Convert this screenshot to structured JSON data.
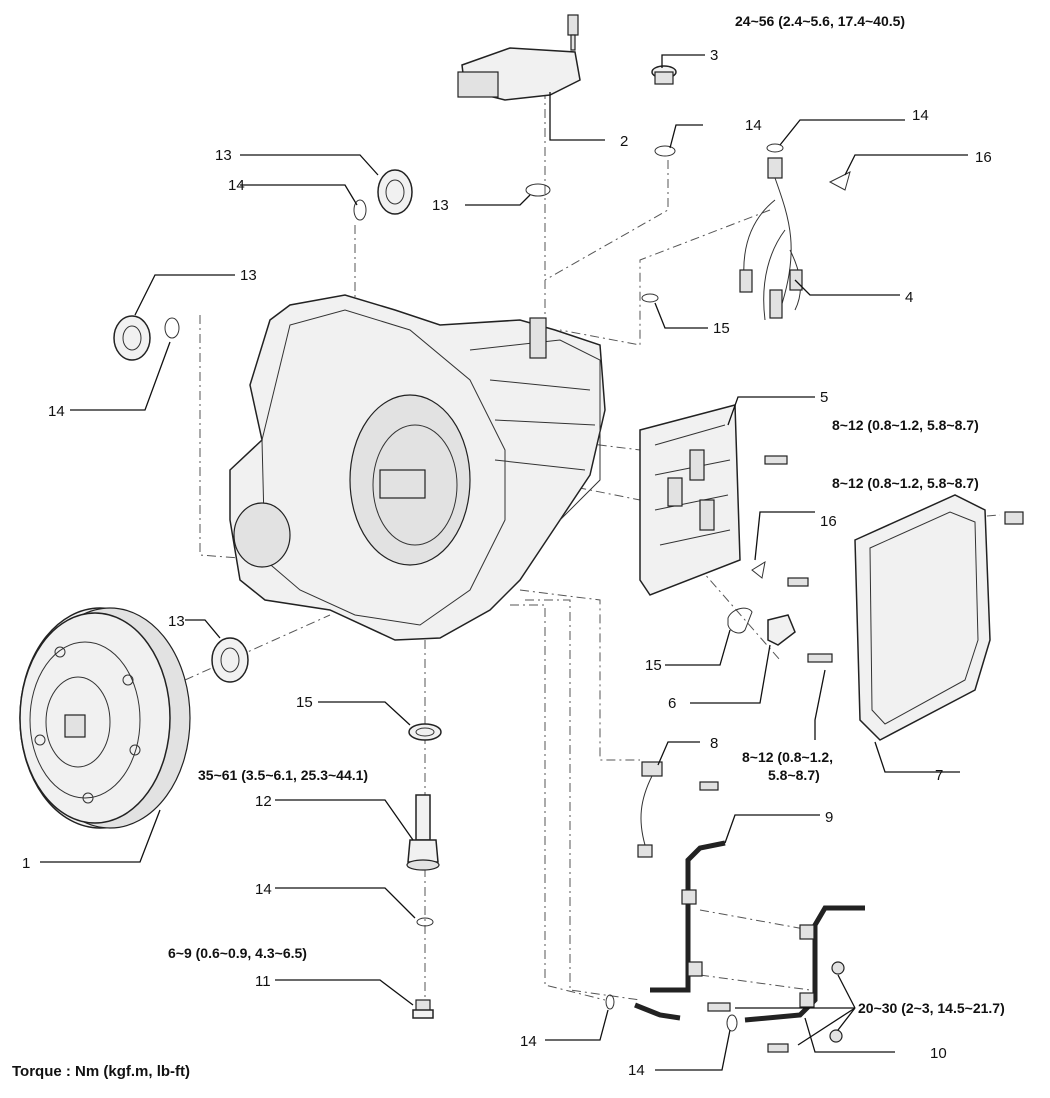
{
  "callouts": {
    "c1": "1",
    "c2": "2",
    "c3": "3",
    "c4": "4",
    "c5": "5",
    "c6": "6",
    "c7": "7",
    "c8": "8",
    "c9": "9",
    "c10": "10",
    "c11": "11",
    "c12": "12",
    "c13a": "13",
    "c13b": "13",
    "c13c": "13",
    "c13d": "13",
    "c14a": "14",
    "c14b": "14",
    "c14c": "14",
    "c14d": "14",
    "c14e": "14",
    "c14f": "14",
    "c14g": "14",
    "c15a": "15",
    "c15b": "15",
    "c15c": "15",
    "c16a": "16",
    "c16b": "16"
  },
  "torque": {
    "t3": "24~56 (2.4~5.6, 17.4~40.5)",
    "t5": "8~12 (0.8~1.2, 5.8~8.7)",
    "t7": "8~12 (0.8~1.2, 5.8~8.7)",
    "t6_line1": "8~12 (0.8~1.2,",
    "t6_line2": "5.8~8.7)",
    "t12": "35~61 (3.5~6.1, 25.3~44.1)",
    "t11": "6~9 (0.6~0.9, 4.3~6.5)",
    "t10": "20~30 (2~3, 14.5~21.7)"
  },
  "legend": "Torque : Nm (kgf.m, lb-ft)"
}
